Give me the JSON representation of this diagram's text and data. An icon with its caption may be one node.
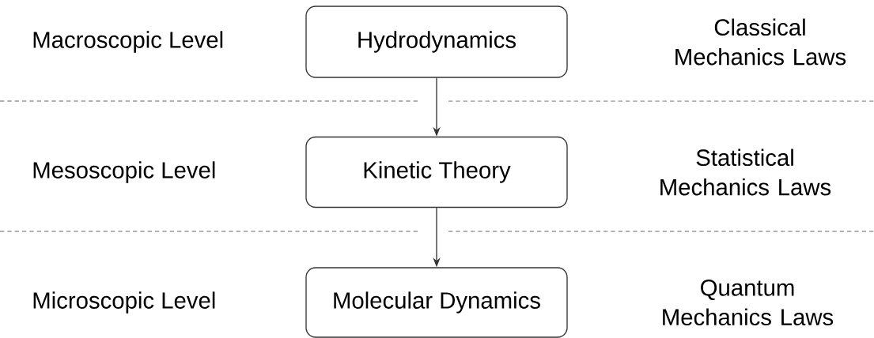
{
  "diagram": {
    "nodes": [
      {
        "text": [
          "Hydrodynamics"
        ]
      },
      {
        "text": [
          "Kinetic Theory"
        ]
      },
      {
        "text": [
          "Molecular Dynamics"
        ]
      }
    ],
    "edges": [
      {
        "from": 0,
        "to": 1,
        "arrow": "to"
      },
      {
        "from": 1,
        "to": 2,
        "arrow": "to"
      }
    ],
    "labels": [
      "Macroscopic Level",
      "Classical Mechanics Laws",
      "Mesoscopic Level",
      "Statistical Mechanics Laws",
      "Microscopic Level",
      "Quantum Mechanics Laws"
    ]
  }
}
